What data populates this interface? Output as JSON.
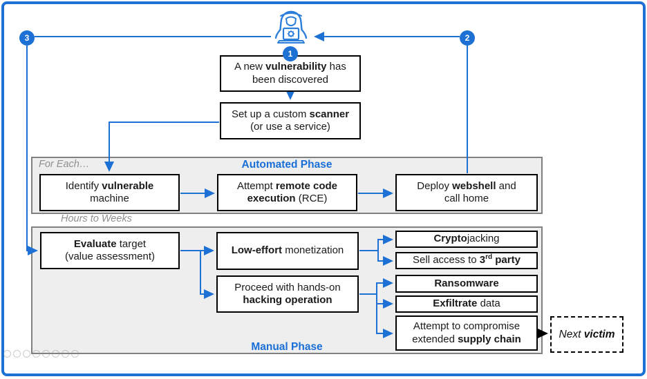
{
  "colors": {
    "accent_blue": "#1d70d4",
    "panel_gray": "#eeeeee",
    "label_gray": "#8f8f8f"
  },
  "badges": {
    "one": "1",
    "two": "2",
    "three": "3"
  },
  "icons": {
    "hacker": "hooded-hacker-with-laptop-icon"
  },
  "top_flow": {
    "vulnerability": {
      "l1a": "A new ",
      "l1b": "vulnerability",
      "l1c": " has",
      "l2": "been discovered"
    },
    "scanner": {
      "l1a": "Set up a custom ",
      "l1b": "scanner",
      "l2": "(or use a service)"
    }
  },
  "automated_panel": {
    "tag": "For Each…",
    "title": "Automated Phase",
    "identify": {
      "l1a": "Identify ",
      "l1b": "vulnerable",
      "l2": "machine"
    },
    "rce": {
      "l1a": "Attempt ",
      "l1b": "remote code",
      "l2a": "execution",
      "l2b": " (RCE)"
    },
    "webshell": {
      "l1a": "Deploy ",
      "l1b": "webshell",
      "l1c": " and",
      "l2": "call home"
    }
  },
  "between": {
    "duration": "Hours to Weeks"
  },
  "manual_panel": {
    "title": "Manual Phase",
    "evaluate": {
      "l1a": "Evaluate",
      "l1b": " target",
      "l2": "(value assessment)"
    },
    "low_effort": {
      "a": "Low-effort",
      "b": " monetization"
    },
    "proceed": {
      "l1": "Proceed with hands-on",
      "l2": "hacking operation"
    },
    "crypto": {
      "a": "Crypto",
      "b": "jacking"
    },
    "sell": {
      "a": "Sell access to ",
      "b": "3",
      "sup": "rd",
      "c": " party"
    },
    "ransomware": {
      "a": "Ransomware"
    },
    "exfiltrate": {
      "a": "Exfiltrate",
      "b": " data"
    },
    "supply": {
      "l1": "Attempt to compromise",
      "l2a": "extended ",
      "l2b": "supply chain"
    }
  },
  "next_victim": {
    "a": "Next ",
    "b": "victim"
  }
}
